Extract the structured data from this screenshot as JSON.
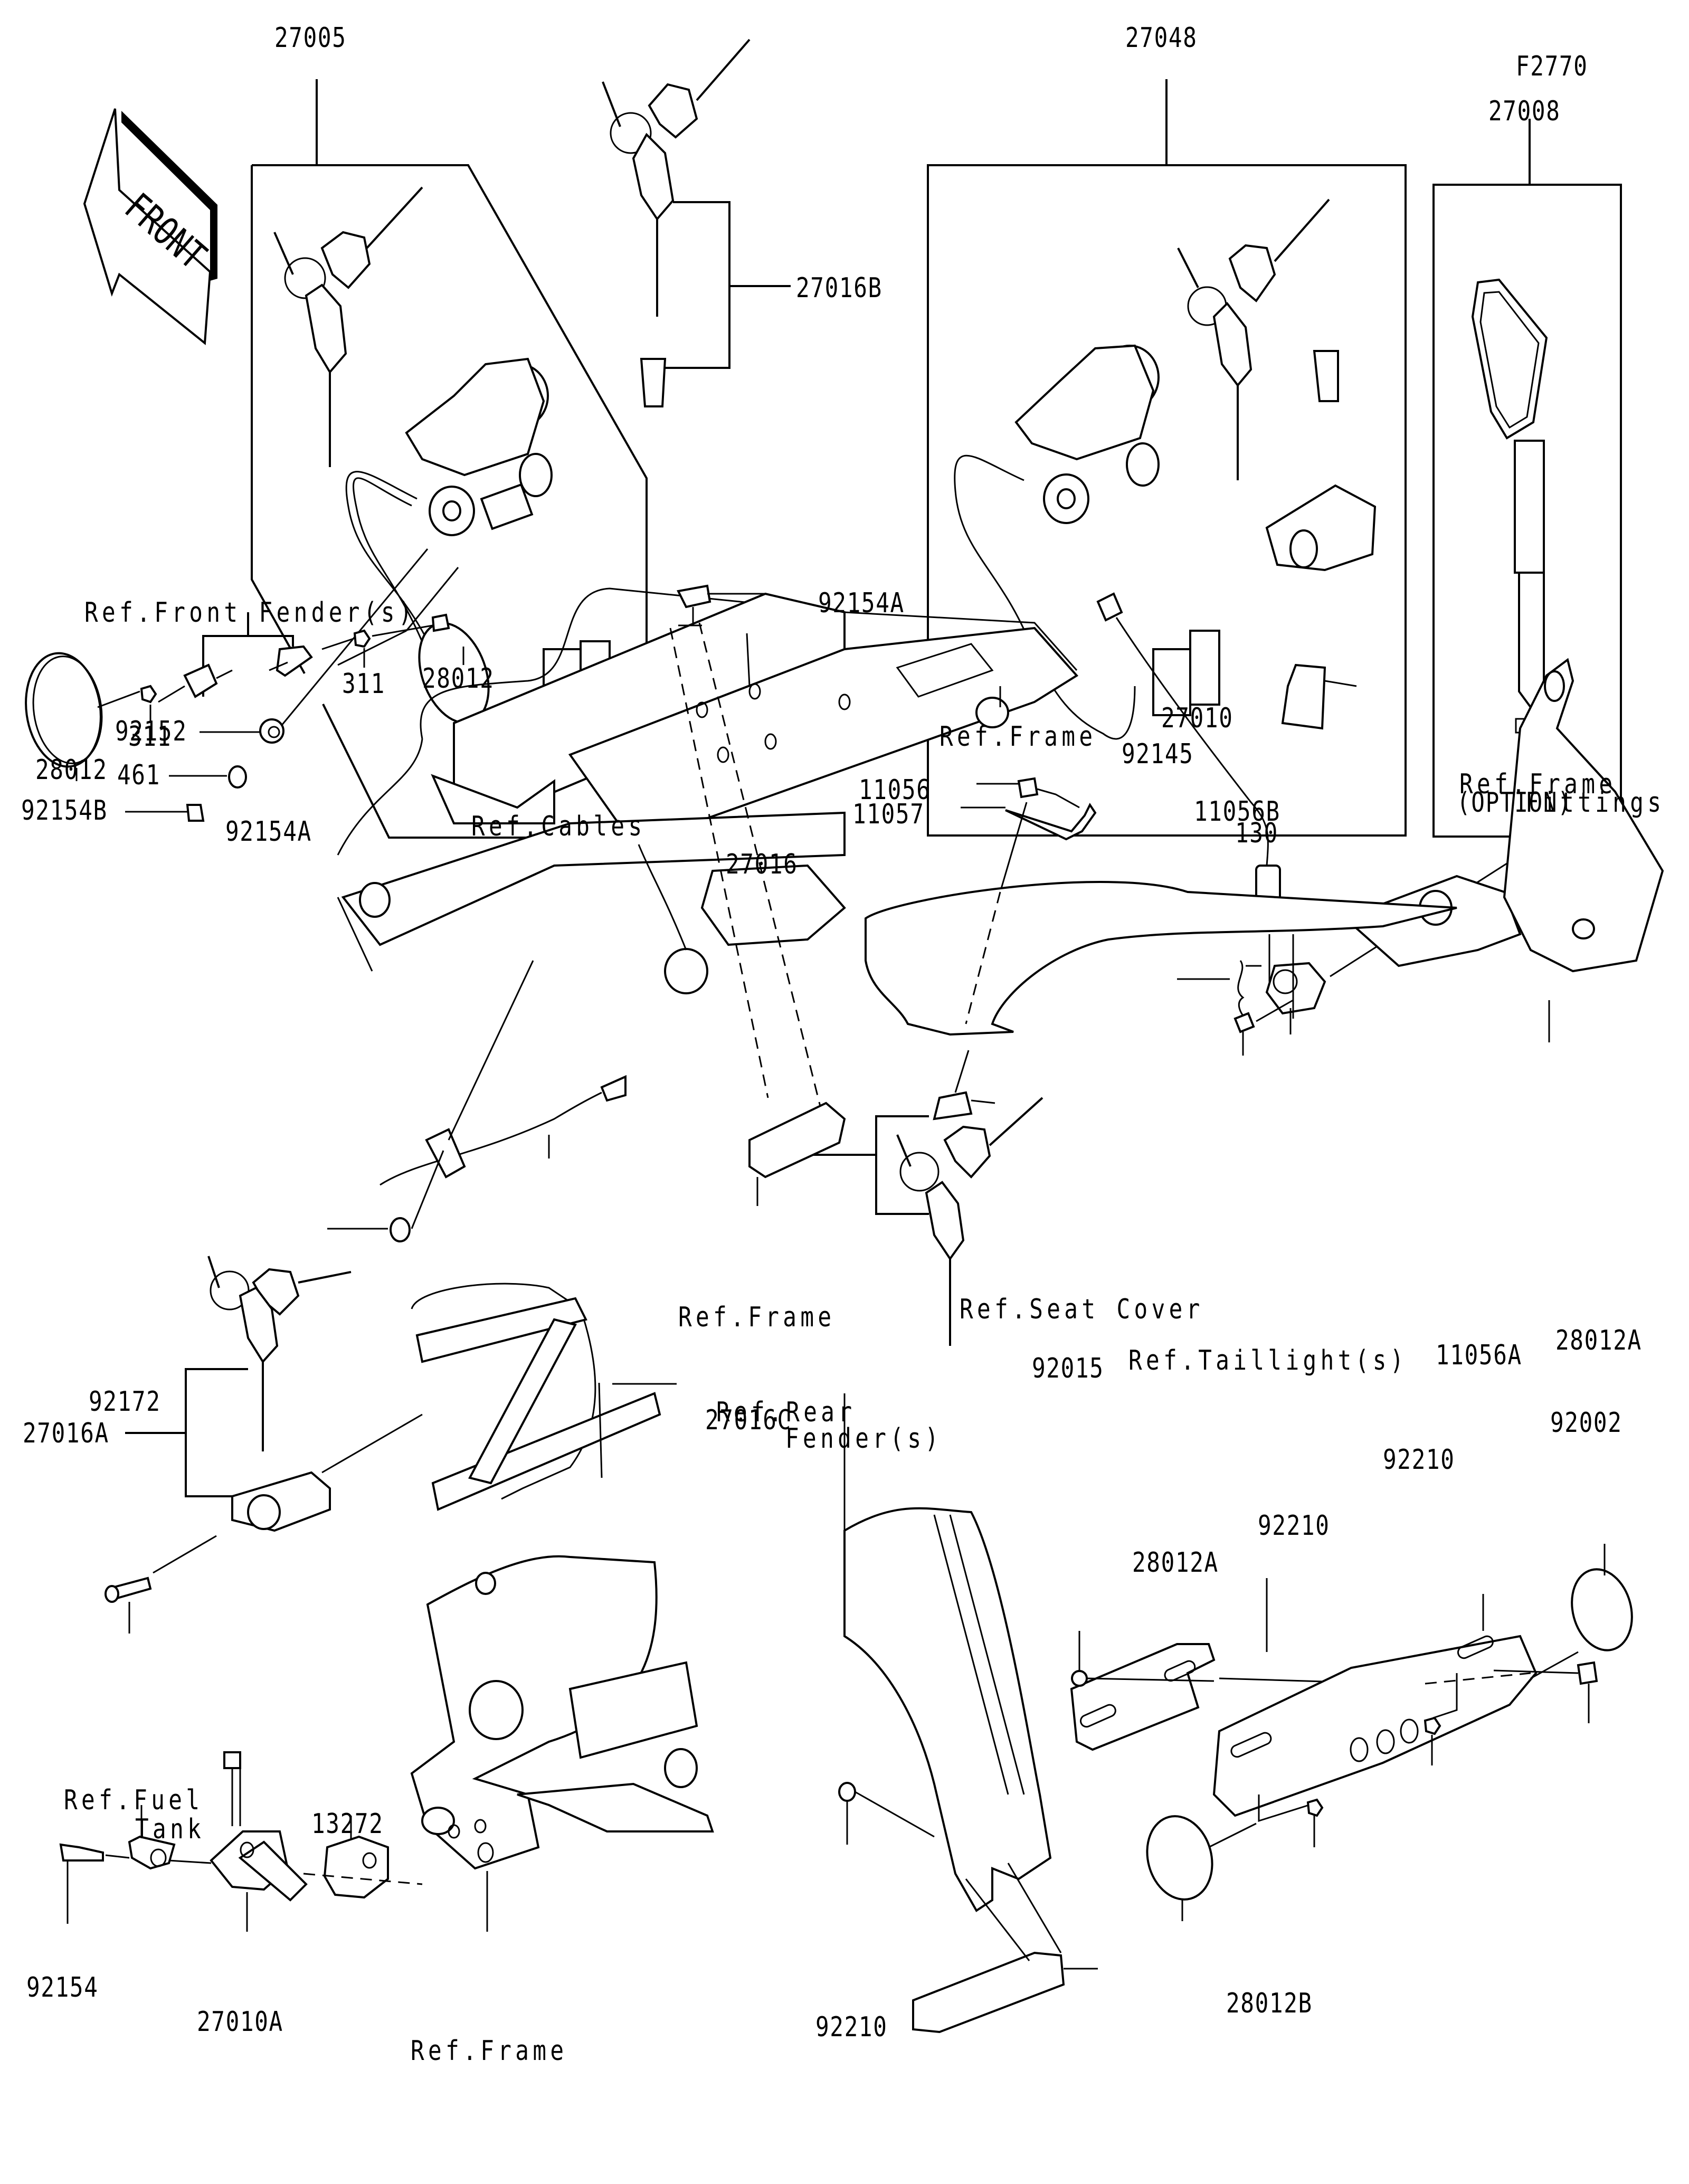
{
  "diagram": {
    "title_code": "F2770",
    "front_arrow_text": "FRONT",
    "labels": {
      "p27005": "27005",
      "p27016B": "27016B",
      "p27048": "27048",
      "f2770": "F2770",
      "p27008": "27008",
      "option": "(OPTION)",
      "p92152": "92152",
      "p461": "461",
      "p92154B": "92154B",
      "refFrontFender": "Ref.Front Fender(s)",
      "p92154A_top": "92154A",
      "p311_top": "311",
      "p28012_top": "28012",
      "p311_bottom": "311",
      "p28012_left": "28012",
      "refFrame_mid": "Ref.Frame",
      "p27010": "27010",
      "p92145": "92145",
      "refFrameFittings_1": "Ref.Frame",
      "refFrameFittings_2": "Fittings",
      "p11056": "11056",
      "p11057": "11057",
      "p11056B": "11056B",
      "p130": "130",
      "refCables": "Ref.Cables",
      "p92154A_bottom": "92154A",
      "p27016": "27016",
      "refSeatCover": "Ref.Seat Cover",
      "p27016A": "27016A",
      "refFrame_lower": "Ref.Frame",
      "p27016C": "27016C",
      "p28012A_top": "28012A",
      "p11056A": "11056A",
      "refTaillight": "Ref.Taillight(s)",
      "p92015": "92015",
      "p92172": "92172",
      "p92002": "92002",
      "refRearFender_1": "Ref.Rear",
      "refRearFender_2": "Fender(s)",
      "p92210_a": "92210",
      "p92210_b": "92210",
      "p92210_c": "92210",
      "p28012A_bottom": "28012A",
      "refFuelTank_1": "Ref.Fuel",
      "refFuelTank_2": "Tank",
      "p13272": "13272",
      "p92154": "92154",
      "p27010A": "27010A",
      "refFrame_bottom": "Ref.Frame",
      "p28012B": "28012B"
    }
  }
}
